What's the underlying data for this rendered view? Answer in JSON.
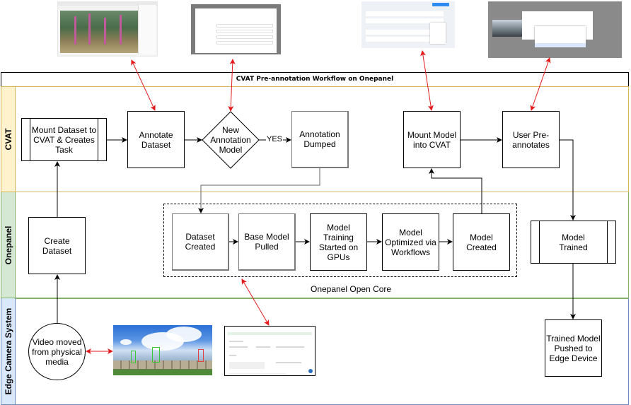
{
  "title": "CVAT Pre-annotation Workflow on Onepanel",
  "lanes": [
    {
      "id": "cvat",
      "label": "CVAT",
      "fill": "#fff2cc",
      "stroke": "#d6b656"
    },
    {
      "id": "onepanel",
      "label": "Onepanel",
      "fill": "#d5e8d4",
      "stroke": "#82b366"
    },
    {
      "id": "edge",
      "label": "Edge Camera System",
      "fill": "#dae8fc",
      "stroke": "#6c8ebf"
    }
  ],
  "nodes": {
    "mount_dataset": {
      "label": "Mount Dataset to CVAT & Creates Task",
      "lane": "CVAT",
      "shape": "process"
    },
    "annotate_dataset": {
      "label": "Annotate Dataset",
      "lane": "CVAT",
      "shape": "rectangle"
    },
    "new_annotation_model": {
      "label": "New Annotation Model",
      "lane": "CVAT",
      "shape": "decision"
    },
    "annotation_dumped": {
      "label": "Annotation Dumped",
      "lane": "CVAT",
      "shape": "rectangle"
    },
    "mount_model": {
      "label": "Mount Model into CVAT",
      "lane": "CVAT",
      "shape": "rectangle"
    },
    "user_preannotates": {
      "label": "User Pre-annotates",
      "lane": "CVAT",
      "shape": "rectangle"
    },
    "create_dataset": {
      "label": "Create Dataset",
      "lane": "Onepanel",
      "shape": "rectangle"
    },
    "dataset_created": {
      "label": "Dataset Created",
      "lane": "Onepanel",
      "shape": "rectangle"
    },
    "base_model_pulled": {
      "label": "Base Model Pulled",
      "lane": "Onepanel",
      "shape": "rectangle"
    },
    "model_training": {
      "label": "Model Training Started on GPUs",
      "lane": "Onepanel",
      "shape": "rectangle"
    },
    "model_optimized": {
      "label": "Model Optimized via Workflows",
      "lane": "Onepanel",
      "shape": "rectangle"
    },
    "model_created": {
      "label": "Model Created",
      "lane": "Onepanel",
      "shape": "rectangle"
    },
    "model_trained": {
      "label": "Model Trained",
      "lane": "Onepanel",
      "shape": "process"
    },
    "video_moved": {
      "label": "Video moved from physical media",
      "lane": "Edge Camera System",
      "shape": "circle"
    },
    "trained_model_pushed": {
      "label": "Trained Model Pushed to Edge Device",
      "lane": "Edge Camera System",
      "shape": "rectangle"
    }
  },
  "group": {
    "label": "Onepanel Open Core"
  },
  "edge_labels": {
    "decision_yes": "YES"
  },
  "edges": [
    {
      "from": "video_moved",
      "to": "create_dataset"
    },
    {
      "from": "create_dataset",
      "to": "mount_dataset"
    },
    {
      "from": "mount_dataset",
      "to": "annotate_dataset"
    },
    {
      "from": "annotate_dataset",
      "to": "new_annotation_model"
    },
    {
      "from": "new_annotation_model",
      "to": "annotation_dumped",
      "label": "YES"
    },
    {
      "from": "annotation_dumped",
      "to": "dataset_created"
    },
    {
      "from": "dataset_created",
      "to": "base_model_pulled"
    },
    {
      "from": "base_model_pulled",
      "to": "model_training"
    },
    {
      "from": "model_training",
      "to": "model_optimized"
    },
    {
      "from": "model_optimized",
      "to": "model_created"
    },
    {
      "from": "model_created",
      "to": "mount_model"
    },
    {
      "from": "mount_model",
      "to": "user_preannotates"
    },
    {
      "from": "user_preannotates",
      "to": "model_trained"
    },
    {
      "from": "model_trained",
      "to": "trained_model_pushed"
    }
  ],
  "screenshots": [
    {
      "id": "annotation-tool-screenshot",
      "points_to": "annotate_dataset"
    },
    {
      "id": "create-model-dialog-screenshot",
      "points_to": "new_annotation_model"
    },
    {
      "id": "models-list-screenshot",
      "points_to": "mount_model"
    },
    {
      "id": "automatic-annotation-dialog-screenshot",
      "points_to": "user_preannotates"
    },
    {
      "id": "camera-photo",
      "points_to": "video_moved"
    },
    {
      "id": "workflow-details-screenshot",
      "points_to": "onepanel_open_core"
    }
  ],
  "colors": {
    "connector": "#000000",
    "reference_arrow": "#e31a1c"
  }
}
